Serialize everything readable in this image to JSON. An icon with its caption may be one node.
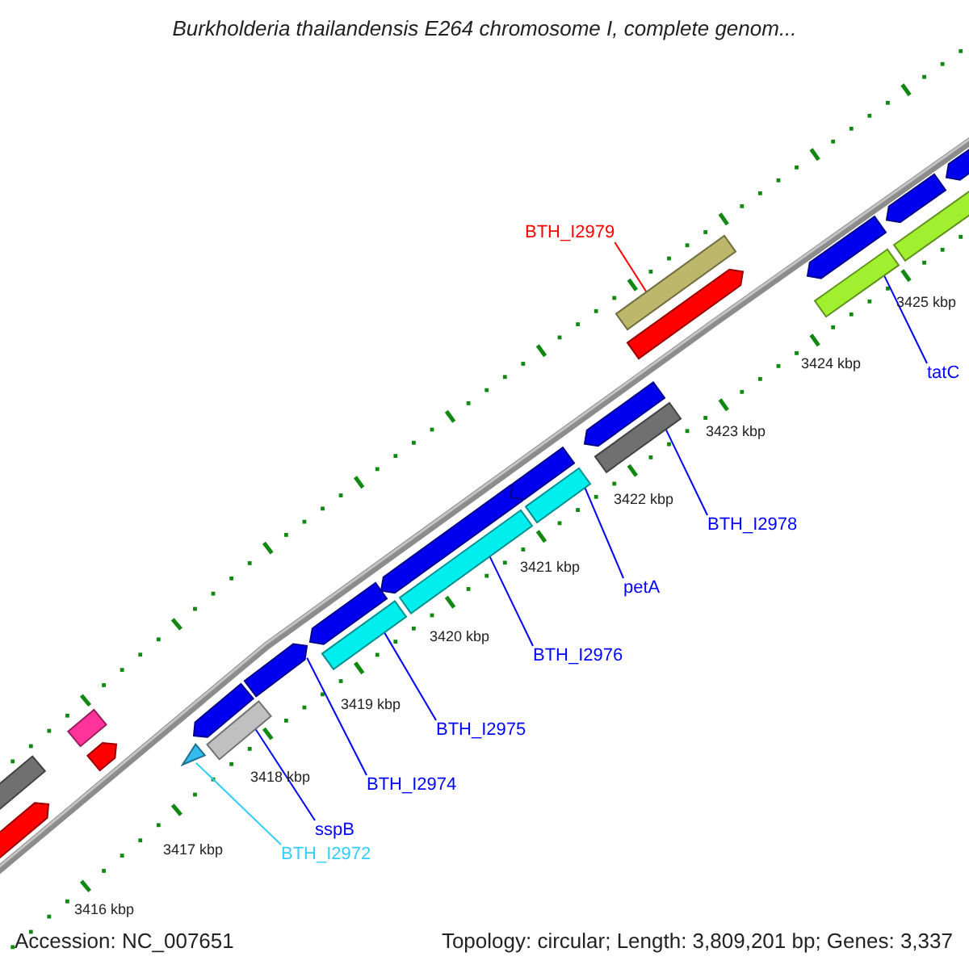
{
  "diagram": {
    "title": "Burkholderia thailandensis E264 chromosome I, complete genom...",
    "nodes": [
      {
        "text": [
          "BTH_I2979"
        ]
      },
      {
        "text": [],
        "shape": "bar"
      },
      {
        "text": [
          "tatC"
        ]
      },
      {
        "text": [],
        "shape": "bar"
      },
      {
        "text": [
          "BTH_I2978"
        ]
      },
      {
        "text": [],
        "shape": "bar"
      },
      {
        "text": [
          "petA"
        ]
      },
      {
        "text": [],
        "shape": "bar"
      },
      {
        "text": [
          "BTH_I2976"
        ]
      },
      {
        "text": [],
        "shape": "bar"
      },
      {
        "text": [
          "BTH_I2975"
        ]
      },
      {
        "text": [],
        "shape": "bar"
      },
      {
        "text": [
          "BTH_I2974"
        ]
      },
      {
        "text": [],
        "shape": "arrow"
      },
      {
        "text": [
          "sspB"
        ]
      },
      {
        "text": [],
        "shape": "bar"
      },
      {
        "text": [
          "BTH_I2972"
        ]
      },
      {
        "text": [],
        "shape": "triangle"
      },
      {
        "text": [],
        "shape": "bar"
      },
      {
        "text": [],
        "shape": "arrow"
      },
      {
        "text": [],
        "shape": "box"
      },
      {
        "text": [],
        "shape": "arrow"
      },
      {
        "text": [],
        "shape": "arrow"
      },
      {
        "text": [],
        "shape": "arrow"
      },
      {
        "text": [],
        "shape": "arrow"
      },
      {
        "text": [],
        "shape": "arrow"
      },
      {
        "text": [],
        "shape": "arrow"
      },
      {
        "text": [],
        "shape": "arrow"
      },
      {
        "text": [],
        "shape": "arrow"
      },
      {
        "text": [],
        "shape": "arrow"
      },
      {
        "text": [],
        "shape": "bar"
      },
      {
        "text": [],
        "shape": "arrow"
      }
    ],
    "edges": [
      {
        "from": 0,
        "to": 1,
        "arrow": "none",
        "color": "#ff0000"
      },
      {
        "from": 2,
        "to": 3,
        "arrow": "none"
      },
      {
        "from": 4,
        "to": 5,
        "arrow": "none"
      },
      {
        "from": 6,
        "to": 7,
        "arrow": "none"
      },
      {
        "from": 8,
        "to": 9,
        "arrow": "none"
      },
      {
        "from": 10,
        "to": 11,
        "arrow": "none"
      },
      {
        "from": 12,
        "to": 13,
        "arrow": "none"
      },
      {
        "from": 14,
        "to": 15,
        "arrow": "none"
      },
      {
        "from": 16,
        "to": 17,
        "arrow": "none",
        "color": "#33ccff"
      }
    ],
    "labels": [
      "3425 kbp",
      "3424 kbp",
      "3423 kbp",
      "3422 kbp",
      "3421 kbp",
      "3420 kbp",
      "3419 kbp",
      "3418 kbp",
      "3417 kbp",
      "3416 kbp",
      "Accession: NC_007651",
      "Topology: circular; Length: 3,809,201 bp; Genes: 3,337"
    ]
  }
}
